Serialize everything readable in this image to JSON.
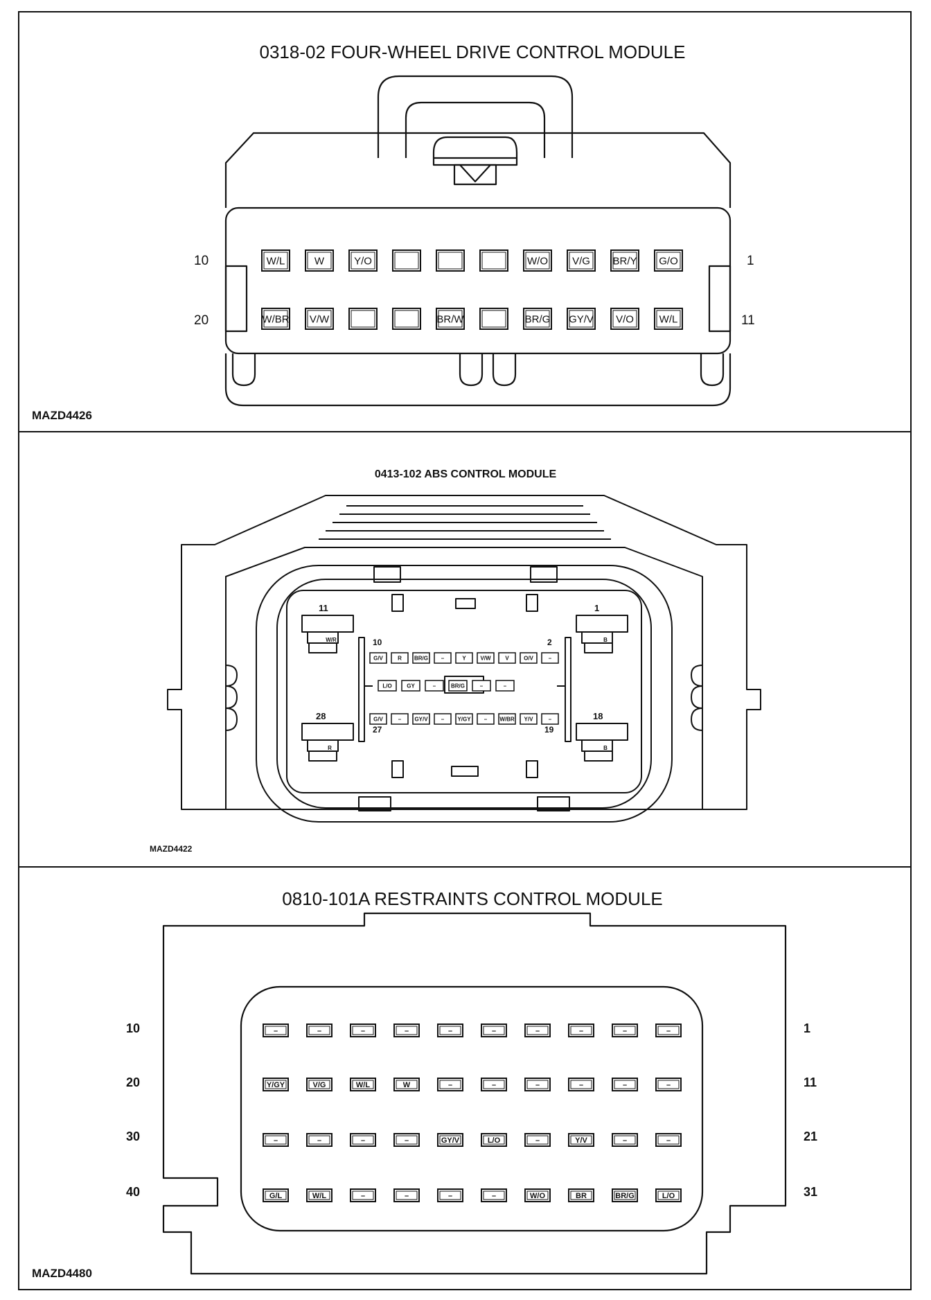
{
  "panels": [
    {
      "title": "0318-02 FOUR-WHEEL DRIVE CONTROL MODULE",
      "code": "MAZD4426",
      "pin_numbers": {
        "top_left": "10",
        "top_right": "1",
        "bottom_left": "20",
        "bottom_right": "11"
      },
      "rows": [
        [
          "W/L",
          "W",
          "Y/O",
          "",
          "",
          "",
          "W/O",
          "V/G",
          "BR/Y",
          "G/O"
        ],
        [
          "W/BR",
          "V/W",
          "",
          "",
          "BR/W",
          "",
          "BR/G",
          "GY/V",
          "V/O",
          "W/L"
        ]
      ]
    },
    {
      "title": "0413-102 ABS CONTROL MODULE",
      "code": "MAZD4422",
      "pin_numbers": {
        "p11": "11",
        "p1": "1",
        "p10": "10",
        "p2": "2",
        "p28": "28",
        "p18": "18",
        "p27": "27",
        "p19": "19"
      },
      "power_pins": {
        "p11": "W/R",
        "p1": "B",
        "p28": "R",
        "p18": "B"
      },
      "rows": [
        [
          "G/V",
          "R",
          "BR/G",
          "–",
          "Y",
          "V/W",
          "V",
          "O/V",
          "–"
        ],
        [
          "L/O",
          "GY",
          "–",
          "BR/G",
          "–",
          "–"
        ],
        [
          "G/V",
          "–",
          "GY/V",
          "–",
          "Y/GY",
          "–",
          "W/BR",
          "Y/V",
          "–"
        ]
      ]
    },
    {
      "title": "0810-101A RESTRAINTS CONTROL MODULE",
      "code": "MAZD4480",
      "pin_numbers": {
        "r1_left": "10",
        "r1_right": "1",
        "r2_left": "20",
        "r2_right": "11",
        "r3_left": "30",
        "r3_right": "21",
        "r4_left": "40",
        "r4_right": "31"
      },
      "rows": [
        [
          "–",
          "–",
          "–",
          "–",
          "–",
          "–",
          "–",
          "–",
          "–",
          "–"
        ],
        [
          "Y/GY",
          "V/G",
          "W/L",
          "W",
          "–",
          "–",
          "–",
          "–",
          "–",
          "–"
        ],
        [
          "–",
          "–",
          "–",
          "–",
          "GY/V",
          "L/O",
          "–",
          "Y/V",
          "–",
          "–"
        ],
        [
          "G/L",
          "W/L",
          "–",
          "–",
          "–",
          "–",
          "W/O",
          "BR",
          "BR/G",
          "L/O"
        ]
      ]
    }
  ]
}
